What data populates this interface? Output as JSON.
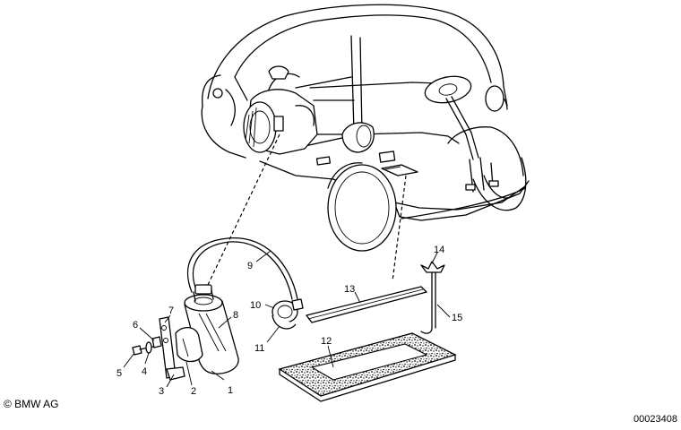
{
  "diagram": {
    "callouts": [
      {
        "id": "c1",
        "label": "1"
      },
      {
        "id": "c2",
        "label": "2"
      },
      {
        "id": "c3",
        "label": "3"
      },
      {
        "id": "c4",
        "label": "4"
      },
      {
        "id": "c5",
        "label": "5"
      },
      {
        "id": "c6",
        "label": "6"
      },
      {
        "id": "c7",
        "label": "7"
      },
      {
        "id": "c8",
        "label": "8"
      },
      {
        "id": "c9",
        "label": "9"
      },
      {
        "id": "c10",
        "label": "10"
      },
      {
        "id": "c11",
        "label": "11"
      },
      {
        "id": "c12",
        "label": "12"
      },
      {
        "id": "c13",
        "label": "13"
      },
      {
        "id": "c14",
        "label": "14"
      },
      {
        "id": "c15",
        "label": "15"
      }
    ]
  },
  "footer": {
    "copyright": "© BMW AG",
    "image_id": "00023408"
  }
}
